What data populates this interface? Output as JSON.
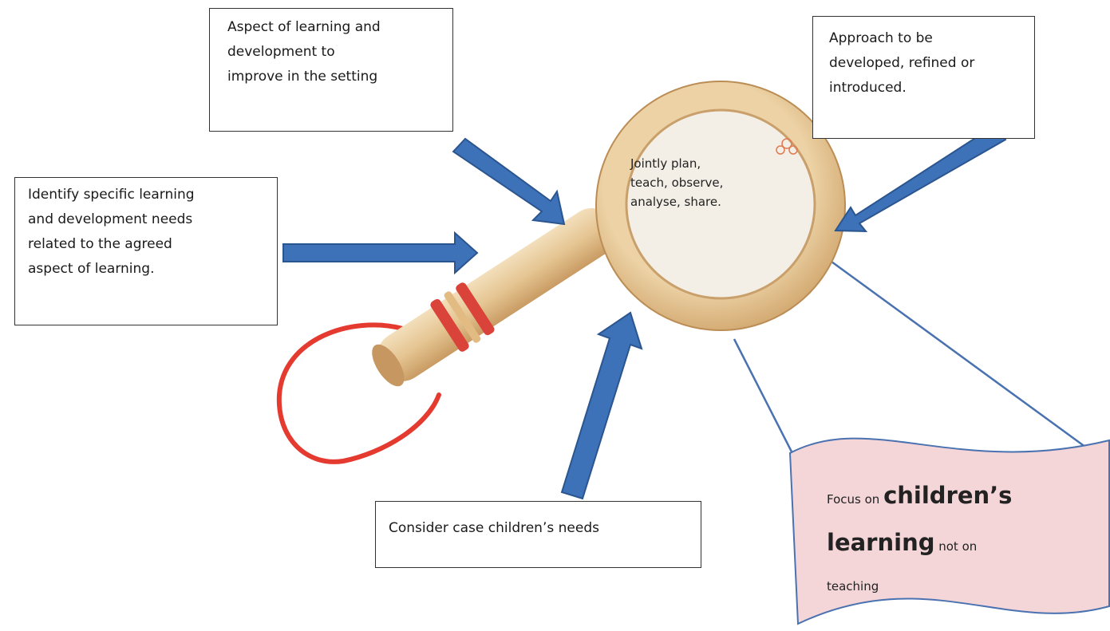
{
  "boxes": {
    "aspect": "Aspect of learning and\ndevelopment to\nimprove in the setting",
    "approach": "Approach to be\ndeveloped, refined or\nintroduced.",
    "identify": "Identify specific learning\nand development needs\nrelated to the agreed\naspect of learning.",
    "consider": "Consider case children’s needs"
  },
  "center": {
    "text": "Jointly plan,\nteach, observe,\nanalyse, share."
  },
  "focus": {
    "part1": "Focus on ",
    "part2": "children’s",
    "part3": "learning",
    "part4": " not on",
    "part5": "teaching"
  },
  "colors": {
    "arrow_fill": "#3d72b8",
    "arrow_stroke": "#2b558f",
    "callout_fill": "#f4d6d8",
    "callout_stroke": "#4a72b0",
    "wood_light": "#edd4a9",
    "wood_dark": "#cfa46c",
    "lens": "#f3efe6",
    "loop_red": "#e53a30"
  },
  "icons": {
    "centerpiece": "magnifying-glass-icon",
    "arrows": "block-arrow-icon"
  }
}
